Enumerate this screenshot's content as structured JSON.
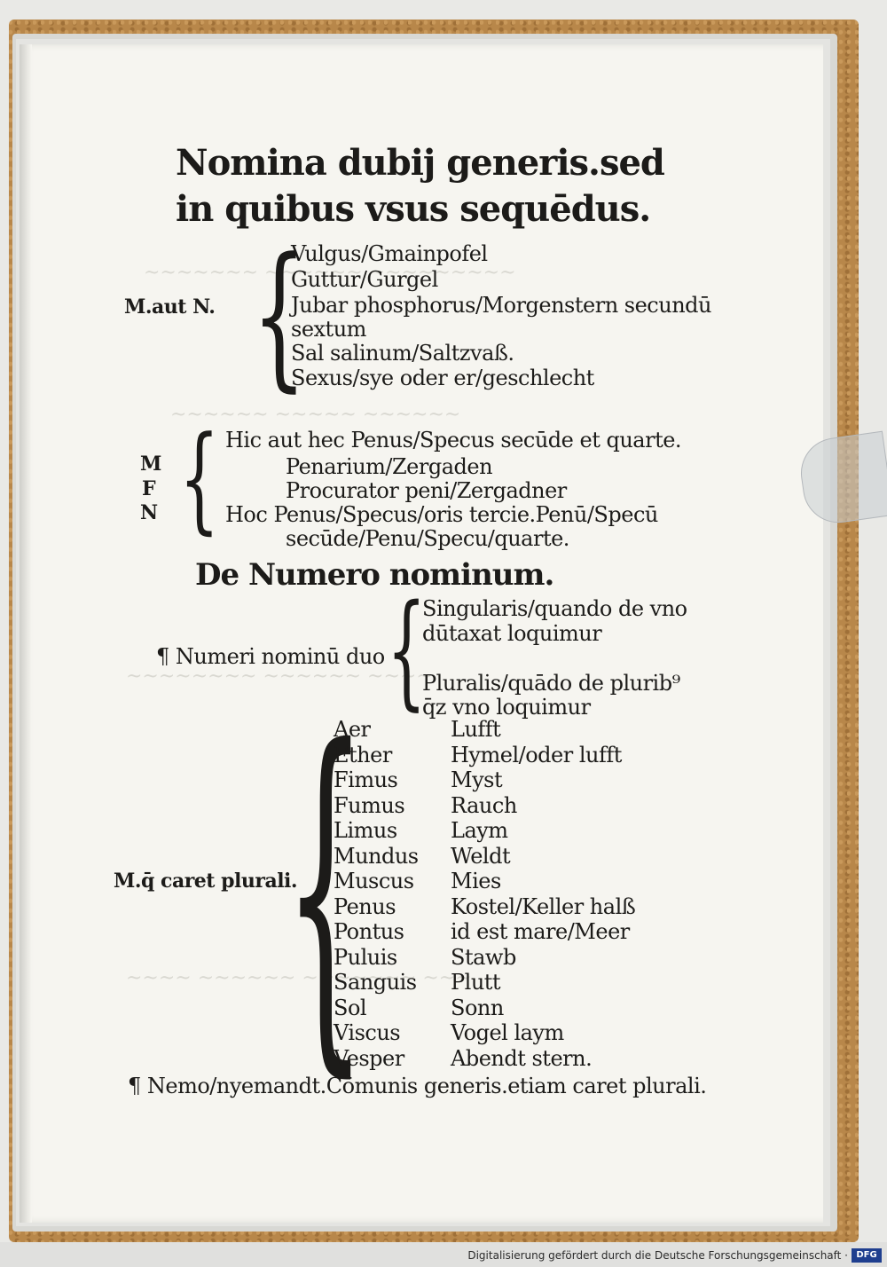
{
  "page": {
    "title_line1": "Nomina dubij generis.sed",
    "title_line2": "in quibus vsus sequēdus.",
    "block1": {
      "label": "M.aut N.",
      "lines": [
        "Vulgus/Gmainpofel",
        "Guttur/Gurgel",
        "Jubar phosphorus/Morgenstern secundū",
        "sextum",
        "Sal salinum/Saltzvaß.",
        "Sexus/sye oder er/geschlecht"
      ]
    },
    "block2": {
      "labels": [
        "M",
        "F",
        "N"
      ],
      "lines": [
        "Hic aut hec Penus/Specus secūde et quarte.",
        "Penarium/Zergaden",
        "Procurator peni/Zergadner",
        "Hoc Penus/Specus/oris tercie.Penū/Specū",
        "secūde/Penu/Specu/quarte."
      ]
    },
    "heading2": "De Numero nominum.",
    "numeri": {
      "label": "¶ Numeri nominū duo",
      "lines": [
        "Singularis/quando de vno",
        "dūtaxat loquimur",
        "Pluralis/quādo de plurib⁹",
        "q̄z vno loquimur"
      ]
    },
    "plural_block": {
      "label": "M.q̄ caret plurali.",
      "latin": [
        "Aer",
        "Ether",
        "Fimus",
        "Fumus",
        "Limus",
        "Mundus",
        "Muscus",
        "Penus",
        "Pontus",
        "Puluis",
        "Sanguis",
        "Sol",
        "Viscus",
        "Vesper"
      ],
      "german": [
        "Lufft",
        "Hymel/oder lufft",
        "Myst",
        "Rauch",
        "Laym",
        "Weldt",
        "Mies",
        "Kostel/Keller halß",
        "id est mare/Meer",
        "Stawb",
        "Plutt",
        "Sonn",
        "Vogel laym",
        "Abendt stern."
      ]
    },
    "final_line": "¶ Nemo/nyemandt.Cōmunis generis.etiam caret plurali."
  },
  "footer": {
    "text": "Digitalisierung gefördert durch die Deutsche Forschungsgemeinschaft ·",
    "logo": "DFG"
  }
}
